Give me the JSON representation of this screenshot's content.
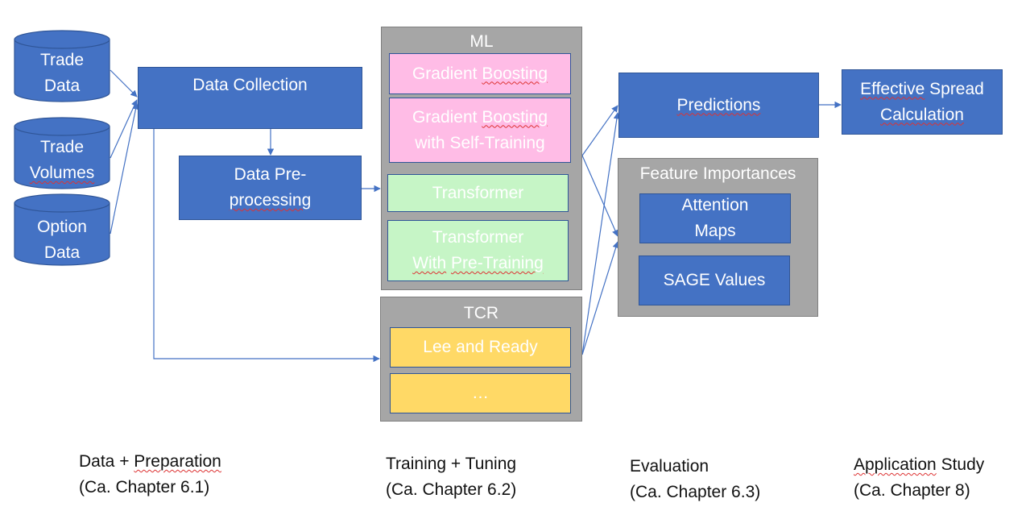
{
  "sources": {
    "trade_data": [
      "Trade",
      "Data"
    ],
    "trade_volumes": [
      "Trade",
      "Volumes"
    ],
    "option_data": [
      "Option",
      "Data"
    ]
  },
  "data_collection": "Data Collection",
  "preprocessing": [
    "Data Pre-",
    "processing"
  ],
  "ml": {
    "title": "ML",
    "gradient_boosting": [
      "Gradient ",
      "Boosting"
    ],
    "gb_self_training": [
      "Gradient ",
      "Boosting",
      "with ",
      "Self-Training"
    ],
    "transformer": "Transformer",
    "transformer_pretraining": [
      "Transformer",
      "With",
      " ",
      "Pre-Training"
    ]
  },
  "tcr": {
    "title": "TCR",
    "lee_ready": "Lee and Ready",
    "ellipsis": "…"
  },
  "predictions": "Predictions",
  "feature_importances": {
    "title": "Feature Importances",
    "attention_maps": [
      "Attention",
      "Maps"
    ],
    "sage_values": "SAGE Values"
  },
  "effective_spread": [
    "Effective",
    " Spread",
    "Calculation"
  ],
  "captions": {
    "prep": [
      "Data + ",
      "Preparation",
      "(Ca. Chapter 6.1)"
    ],
    "training": [
      "Training + Tuning",
      "(Ca. Chapter 6.2)"
    ],
    "evaluation": [
      "Evaluation",
      "(Ca. Chapter 6.3)"
    ],
    "application": [
      "Application",
      " Study",
      "(Ca. Chapter 8)"
    ]
  },
  "colors": {
    "blue": "#4472C4",
    "grey_group": "#A6A6A6",
    "pink": "#FFBCE6",
    "green": "#C6F5C6",
    "yellow": "#FFD966",
    "arrow": "#4472C4"
  }
}
